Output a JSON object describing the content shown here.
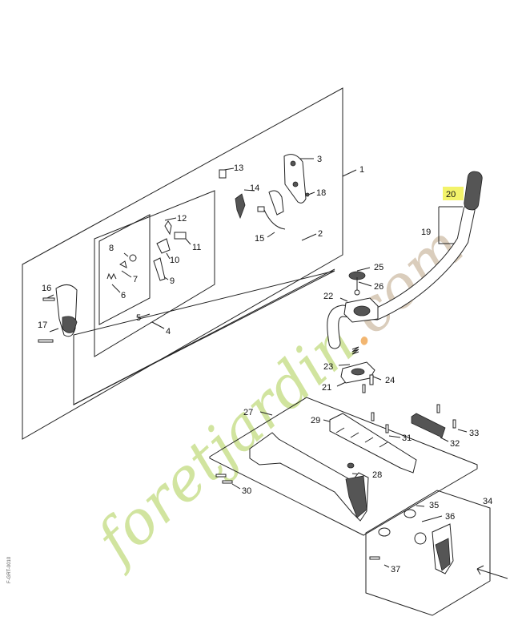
{
  "watermark": {
    "text_green": "foret",
    "text_mid": "jardin",
    "text_dot": ".",
    "text_com": "com",
    "text_full": "foretjardin.com",
    "color_green": "#cfe39a",
    "color_orange": "#f2b36a",
    "color_beige": "#d9cbb9"
  },
  "side_code": "F-GRT-0010",
  "highlight_color": "#f3f36a",
  "labels": {
    "p1": "1",
    "p2": "2",
    "p3": "3",
    "p4": "4",
    "p5": "5",
    "p6": "6",
    "p7": "7",
    "p8": "8",
    "p9": "9",
    "p10": "10",
    "p11": "11",
    "p12": "12",
    "p13": "13",
    "p14": "14",
    "p15": "15",
    "p16": "16",
    "p17": "17",
    "p18": "18",
    "p19": "19",
    "p20": "20",
    "p21": "21",
    "p22": "22",
    "p23": "23",
    "p24": "24",
    "p25": "25",
    "p26": "26",
    "p27": "27",
    "p28": "28",
    "p29": "29",
    "p30": "30",
    "p31": "31",
    "p32": "32",
    "p33": "33",
    "p34": "34",
    "p35": "35",
    "p36": "36",
    "p37": "37"
  }
}
